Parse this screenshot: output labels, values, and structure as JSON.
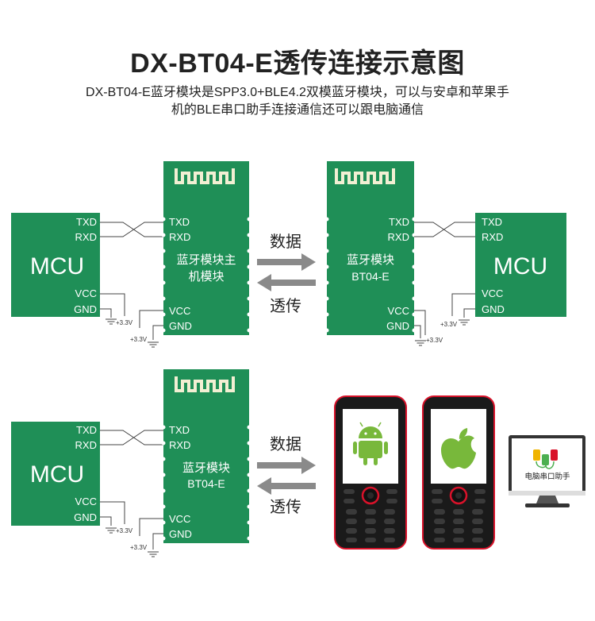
{
  "title": "DX-BT04-E透传连接示意图",
  "subtitle_line1": "DX-BT04-E蓝牙模块是SPP3.0+BLE4.2双模蓝牙模块，可以与安卓和苹果手",
  "subtitle_line2": "机的BLE串口助手连接通信还可以跟电脑通信",
  "pins": {
    "txd": "TXD",
    "rxd": "RXD",
    "vcc": "VCC",
    "gnd": "GND",
    "v33": "+3.3V"
  },
  "mcu_label": "MCU",
  "master_module": {
    "line1": "蓝牙模块主",
    "line2": "机模块"
  },
  "slave_module": {
    "line1": "蓝牙模块",
    "line2": "BT04-E"
  },
  "arrow_labels": {
    "data": "数据",
    "transparent": "透传"
  },
  "pc_app_label": "电脑串口助手",
  "phones": {
    "android_icon": "android-icon",
    "apple_icon": "apple-icon"
  },
  "colors": {
    "module_green": "#1f8f57",
    "antenna": "#f2efd3",
    "arrow_gray": "#8a8a8a",
    "phone_red": "#d8122a"
  }
}
